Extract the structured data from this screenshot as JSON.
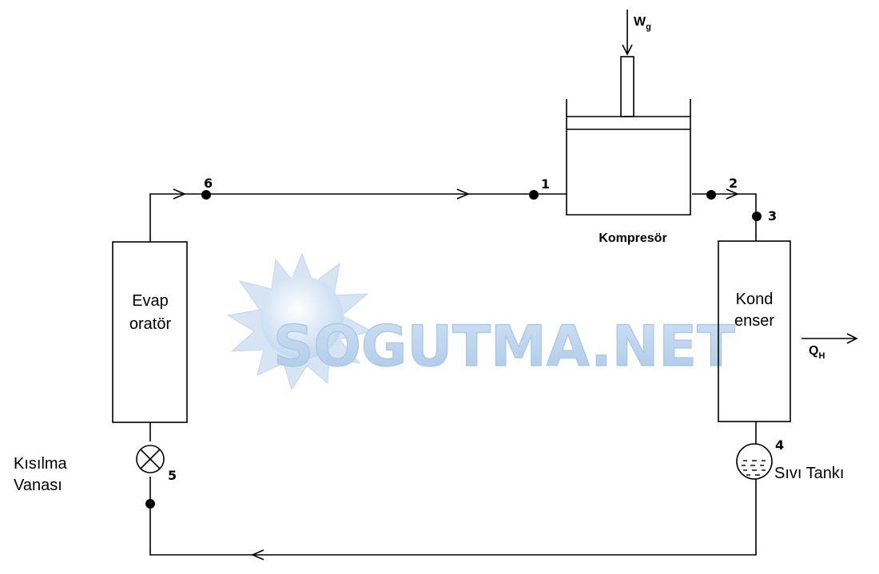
{
  "labels": {
    "compressor": "Kompresör",
    "evaporator_line1": "Evap",
    "evaporator_line2": "oratör",
    "condenser_line1": "Kond",
    "condenser_line2": "enser",
    "throttle_line1": "Kısılma",
    "throttle_line2": "Vanası",
    "tank": "Sıvı Tankı",
    "work_main": "W",
    "work_sub": "g",
    "heat_main": "Q",
    "heat_sub": "H"
  },
  "points": {
    "p1": "1",
    "p2": "2",
    "p3": "3",
    "p4": "4",
    "p5": "5",
    "p6": "6"
  },
  "watermark": {
    "text": "SOGUTMA.NET",
    "color": "#a9c8e8"
  }
}
